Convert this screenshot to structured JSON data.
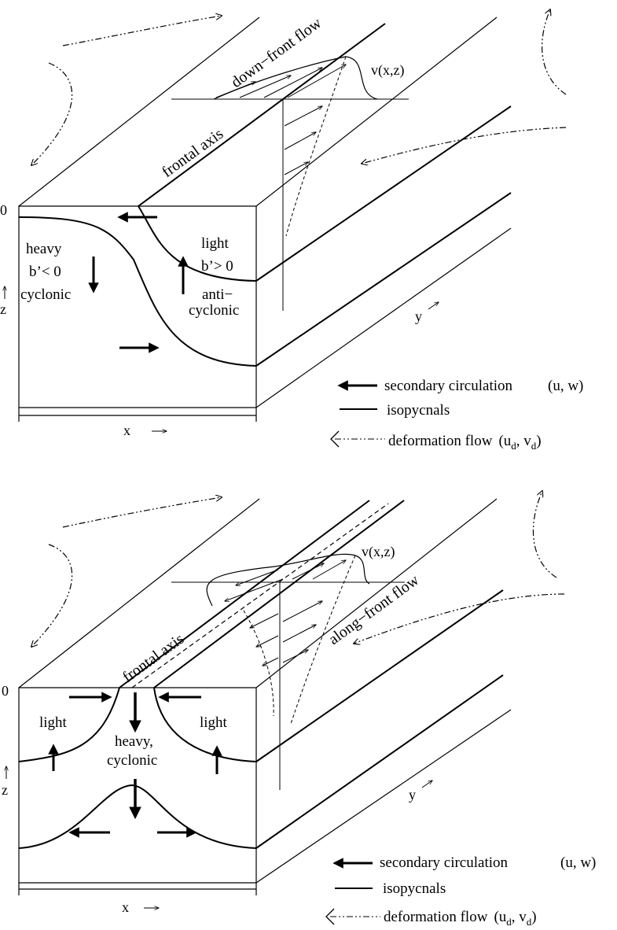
{
  "top": {
    "labels": {
      "flow": "down−front flow",
      "v": "v(x,z)",
      "axis": "frontal axis",
      "zero": "0",
      "heavy": "heavy",
      "heavy_b": "b’< 0",
      "heavy_vort": "cyclonic",
      "light": "light",
      "light_b": "b’> 0",
      "anti1": "anti−",
      "anti2": "cyclonic",
      "z": "z",
      "y": "y",
      "x": "x"
    },
    "legend": {
      "secondary": "secondary circulation",
      "secondary_vars": "(u, w)",
      "isopycnals": "isopycnals",
      "deformation": "deformation  flow",
      "deformation_vars": "(u",
      "d1": "d",
      "comma": ", v",
      "d2": "d",
      "close": ")"
    }
  },
  "bottom": {
    "labels": {
      "flow": "along−front flow",
      "v": "v(x,z)",
      "axis": "frontal axis",
      "zero": "0",
      "light_left": "light",
      "light_right": "light",
      "heavy1": "heavy,",
      "heavy2": "cyclonic",
      "z": "z",
      "y": "y",
      "x": "x"
    },
    "legend": {
      "secondary": "secondary circulation",
      "secondary_vars": "(u, w)",
      "isopycnals": "isopycnals",
      "deformation": "deformation  flow",
      "deformation_vars": "(u",
      "d1": "d",
      "comma": ", v",
      "d2": "d",
      "close": ")"
    }
  }
}
